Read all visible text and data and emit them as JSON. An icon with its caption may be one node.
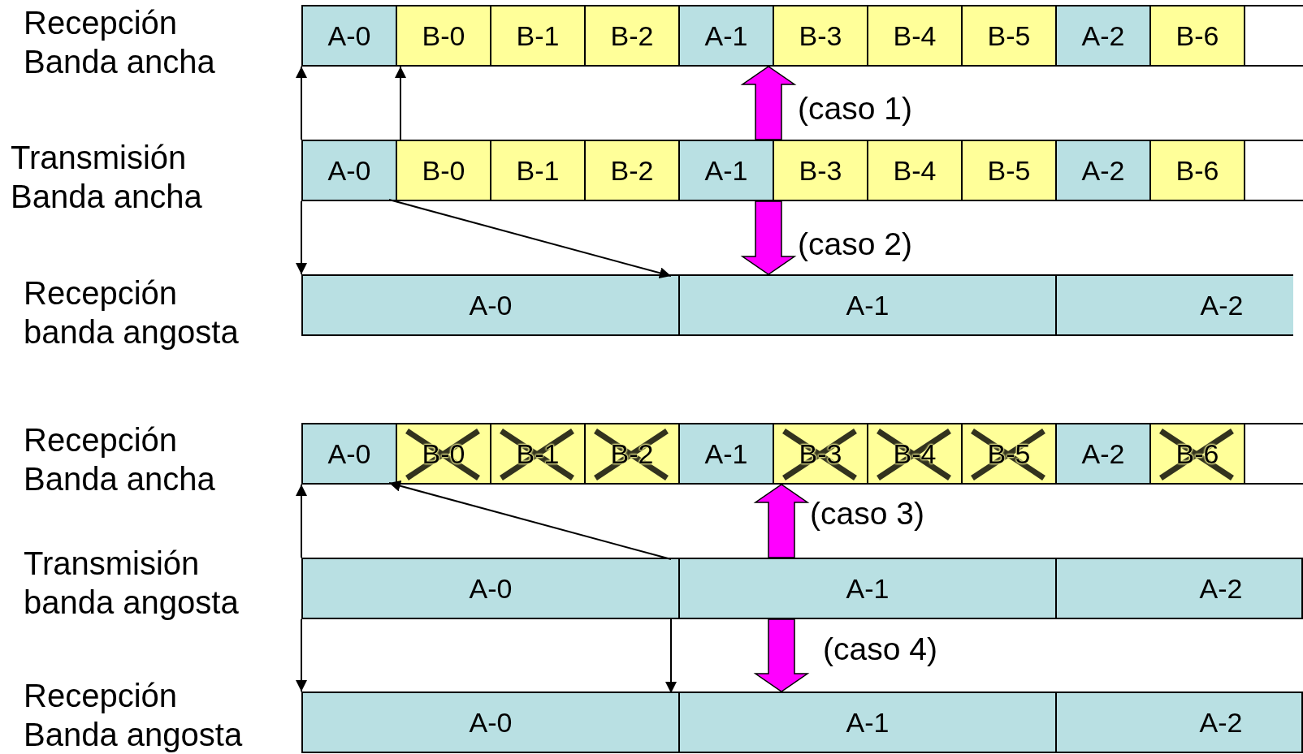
{
  "diagram": {
    "nodes": [
      {
        "text": [
          "Recepción Banda ancha"
        ]
      },
      {
        "text": [
          "A-0"
        ],
        "in": 0
      },
      {
        "text": [
          "B-0"
        ],
        "in": 0
      },
      {
        "text": [
          "B-1"
        ],
        "in": 0
      },
      {
        "text": [
          "B-2"
        ],
        "in": 0
      },
      {
        "text": [
          "A-1"
        ],
        "in": 0
      },
      {
        "text": [
          "B-3"
        ],
        "in": 0
      },
      {
        "text": [
          "B-4"
        ],
        "in": 0
      },
      {
        "text": [
          "B-5"
        ],
        "in": 0
      },
      {
        "text": [
          "A-2"
        ],
        "in": 0
      },
      {
        "text": [
          "B-6"
        ],
        "in": 0
      },
      {
        "text": [
          "Transmisión Banda ancha"
        ]
      },
      {
        "text": [
          "A-0"
        ],
        "in": 11
      },
      {
        "text": [
          "B-0"
        ],
        "in": 11
      },
      {
        "text": [
          "B-1"
        ],
        "in": 11
      },
      {
        "text": [
          "B-2"
        ],
        "in": 11
      },
      {
        "text": [
          "A-1"
        ],
        "in": 11
      },
      {
        "text": [
          "B-3"
        ],
        "in": 11
      },
      {
        "text": [
          "B-4"
        ],
        "in": 11
      },
      {
        "text": [
          "B-5"
        ],
        "in": 11
      },
      {
        "text": [
          "A-2"
        ],
        "in": 11
      },
      {
        "text": [
          "B-6"
        ],
        "in": 11
      },
      {
        "text": [
          "Recepción banda angosta"
        ]
      },
      {
        "text": [
          "A-0"
        ],
        "in": 22
      },
      {
        "text": [
          "A-1"
        ],
        "in": 22
      },
      {
        "text": [
          "A-2"
        ],
        "in": 22
      },
      {
        "text": [
          "Recepción Banda ancha"
        ]
      },
      {
        "text": [
          "A-0"
        ],
        "in": 26
      },
      {
        "text": [
          "B-0"
        ],
        "in": 26
      },
      {
        "text": [
          "B-1"
        ],
        "in": 26
      },
      {
        "text": [
          "B-2"
        ],
        "in": 26
      },
      {
        "text": [
          "A-1"
        ],
        "in": 26
      },
      {
        "text": [
          "B-3"
        ],
        "in": 26
      },
      {
        "text": [
          "B-4"
        ],
        "in": 26
      },
      {
        "text": [
          "B-5"
        ],
        "in": 26
      },
      {
        "text": [
          "A-2"
        ],
        "in": 26
      },
      {
        "text": [
          "B-6"
        ],
        "in": 26
      },
      {
        "text": [
          "Transmisión banda angosta"
        ]
      },
      {
        "text": [
          "A-0"
        ],
        "in": 37
      },
      {
        "text": [
          "A-1"
        ],
        "in": 37
      },
      {
        "text": [
          "A-2"
        ],
        "in": 37
      },
      {
        "text": [
          "Recepción Banda angosta"
        ]
      },
      {
        "text": [
          "A-0"
        ],
        "in": 41
      },
      {
        "text": [
          "A-1"
        ],
        "in": 41
      },
      {
        "text": [
          "A-2"
        ],
        "in": 41
      }
    ],
    "edges": [
      {
        "from": 11,
        "to": 0,
        "arrow": "to"
      },
      {
        "from": 11,
        "to": 0,
        "arrow": "to"
      },
      {
        "from": 11,
        "to": 0,
        "arrow": "to",
        "label": "(caso 1)",
        "style": "thick",
        "color": "#ff00ff"
      },
      {
        "from": 11,
        "to": 22,
        "arrow": "to"
      },
      {
        "from": 12,
        "to": 23,
        "arrow": "to"
      },
      {
        "from": 11,
        "to": 22,
        "arrow": "to",
        "label": "(caso 2)",
        "style": "thick",
        "color": "#ff00ff"
      },
      {
        "from": 37,
        "to": 26,
        "arrow": "to"
      },
      {
        "from": 38,
        "to": 27,
        "arrow": "to"
      },
      {
        "from": 37,
        "to": 26,
        "arrow": "to",
        "label": "(caso 3)",
        "style": "thick",
        "color": "#ff00ff"
      },
      {
        "from": 37,
        "to": 41,
        "arrow": "to"
      },
      {
        "from": 38,
        "to": 42,
        "arrow": "to"
      },
      {
        "from": 37,
        "to": 41,
        "arrow": "to",
        "label": "(caso 4)",
        "style": "thick",
        "color": "#ff00ff"
      }
    ]
  }
}
